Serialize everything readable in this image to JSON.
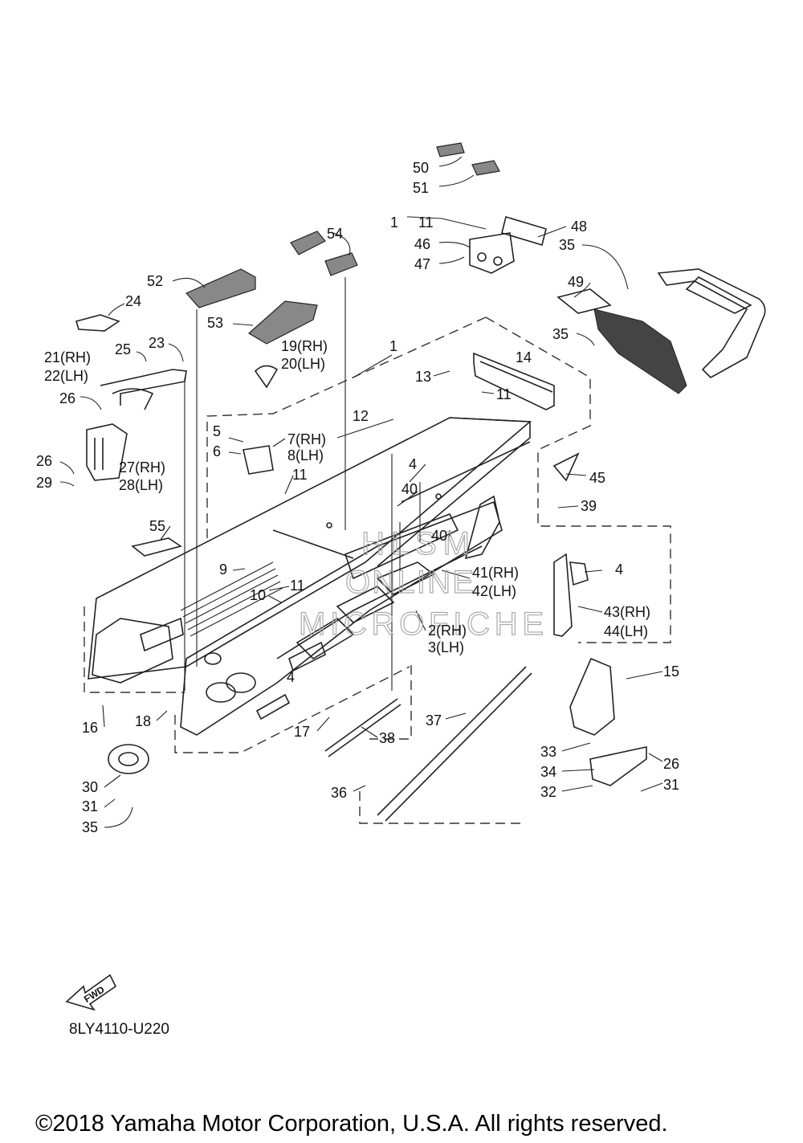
{
  "watermark": [
    "HLSM",
    "ONLINE",
    "MICROFICHE"
  ],
  "diagram_code": "8LY4110-U220",
  "fwd_label": "FWD",
  "copyright": "©2018 Yamaha Motor Corporation, U.S.A. All rights reserved.",
  "callouts": [
    "50",
    "51",
    "1",
    "11",
    "48",
    "46",
    "35",
    "47",
    "54",
    "52",
    "49",
    "24",
    "53",
    "35",
    "23",
    "25",
    "19(RH)",
    "20(LH)",
    "1",
    "21(RH)",
    "22(LH)",
    "14",
    "13",
    "11",
    "26",
    "12",
    "5",
    "7(RH)",
    "6",
    "8(LH)",
    "26",
    "27(RH)",
    "28(LH)",
    "4",
    "45",
    "29",
    "11",
    "40",
    "39",
    "55",
    "40",
    "9",
    "4",
    "41(RH)",
    "11",
    "42(LH)",
    "10",
    "43(RH)",
    "2(RH)",
    "44(LH)",
    "3(LH)",
    "15",
    "4",
    "16",
    "18",
    "17",
    "37",
    "38",
    "33",
    "26",
    "34",
    "31",
    "30",
    "32",
    "36",
    "31",
    "35"
  ]
}
